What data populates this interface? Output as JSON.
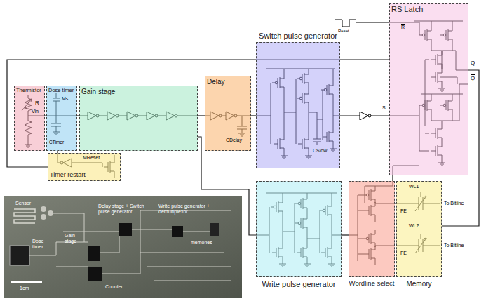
{
  "diagram": {
    "nodes": [
      {
        "text": [
          "Thermistor"
        ]
      },
      {
        "text": [
          "Dose timer"
        ]
      },
      {
        "text": [
          "Gain stage"
        ]
      },
      {
        "text": [
          "Delay"
        ]
      },
      {
        "text": [
          "Switch pulse generator"
        ]
      },
      {
        "text": [
          "RS Latch"
        ]
      },
      {
        "text": [
          "Timer restart"
        ]
      },
      {
        "text": [
          "Write pulse generator"
        ]
      },
      {
        "text": [
          "Wordline select"
        ]
      },
      {
        "text": [
          "Memory"
        ]
      }
    ],
    "edges": [
      {
        "from": 0,
        "to": 1,
        "arrow": "none"
      },
      {
        "from": 1,
        "to": 2,
        "arrow": "none"
      },
      {
        "from": 2,
        "to": 3,
        "arrow": "none"
      },
      {
        "from": 3,
        "to": 4,
        "arrow": "none"
      },
      {
        "from": 4,
        "to": 5,
        "arrow": "none"
      },
      {
        "from": 2,
        "to": 7,
        "arrow": "none"
      },
      {
        "from": 7,
        "to": 8,
        "arrow": "none"
      },
      {
        "from": 8,
        "to": 9,
        "arrow": "none"
      },
      {
        "from": 5,
        "to": 8,
        "arrow": "none"
      },
      {
        "from": 5,
        "to": 9,
        "arrow": "none"
      },
      {
        "from": 5,
        "to": 6,
        "arrow": "none"
      },
      {
        "from": 6,
        "to": 1,
        "arrow": "none"
      }
    ],
    "labels": [
      "R",
      "Vin",
      "Ms",
      "CTimer",
      "MReset",
      "CDelay",
      "CSlow",
      "Reset",
      "R",
      "S",
      "Q",
      "Q",
      "WL1",
      "FE",
      "To Bitline",
      "WL2",
      "FE",
      "To Bitline",
      "Sensor",
      "Dose timer",
      "Delay stage + Switch pulse generator",
      "Gain stage",
      "Write pulse generator + demultiplexor",
      "memories",
      "Counter",
      "1cm"
    ]
  }
}
